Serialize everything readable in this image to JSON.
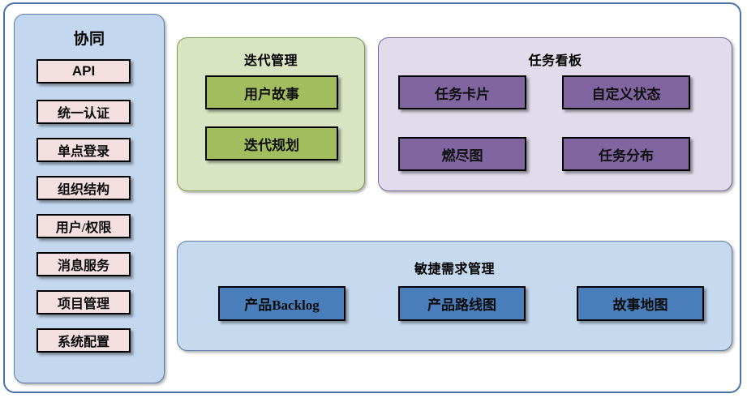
{
  "diagram": {
    "sidebar": {
      "title": "协同",
      "items": [
        {
          "label": "API",
          "script": "latin"
        },
        {
          "label": "统一认证",
          "script": "han"
        },
        {
          "label": "单点登录",
          "script": "han"
        },
        {
          "label": "组织结构",
          "script": "han"
        },
        {
          "label": "用户/权限",
          "script": "han"
        },
        {
          "label": "消息服务",
          "script": "han"
        },
        {
          "label": "项目管理",
          "script": "han"
        },
        {
          "label": "系统配置",
          "script": "han"
        }
      ]
    },
    "iteration": {
      "title": "迭代管理",
      "items": [
        {
          "label": "用户故事"
        },
        {
          "label": "迭代规划"
        }
      ]
    },
    "taskboard": {
      "title": "任务看板",
      "items": [
        {
          "label": "任务卡片"
        },
        {
          "label": "自定义状态"
        },
        {
          "label": "燃尽图"
        },
        {
          "label": "任务分布"
        }
      ]
    },
    "agile": {
      "title": "敏捷需求管理",
      "items": [
        {
          "label": "产品Backlog"
        },
        {
          "label": "产品路线图"
        },
        {
          "label": "故事地图"
        }
      ]
    },
    "colors": {
      "outer_border": "#4a72a8",
      "sidebar_bg": "#c3d7ef",
      "sidebar_item_bg": "#f3dfdf",
      "iteration_bg": "#d9e4c2",
      "iteration_item_bg": "#a2bd5e",
      "taskboard_bg": "#e1dbeb",
      "taskboard_item_bg": "#8065a0",
      "agile_bg": "#c5d9ef",
      "agile_item_bg": "#4a7ebb",
      "item_border": "#000000"
    }
  }
}
